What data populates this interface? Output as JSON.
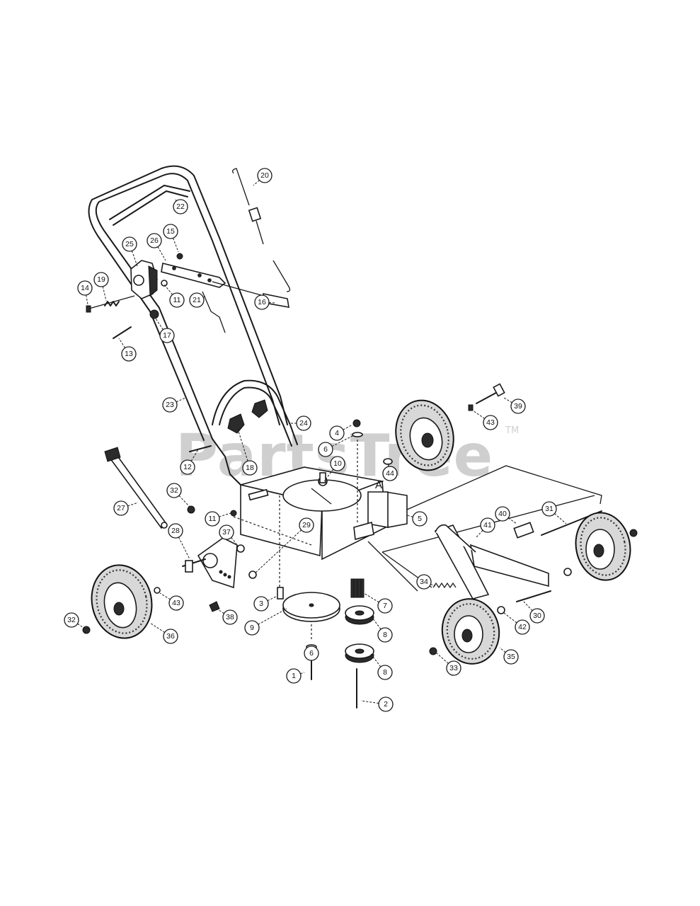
{
  "watermark": {
    "text": "PartsTree",
    "tm": "TM"
  },
  "reference_mark": "A",
  "callouts": [
    "1",
    "2",
    "3",
    "4",
    "5",
    "6",
    "6",
    "7",
    "8",
    "8",
    "9",
    "10",
    "11",
    "11",
    "11",
    "12",
    "13",
    "14",
    "15",
    "16",
    "17",
    "18",
    "19",
    "20",
    "21",
    "22",
    "23",
    "24",
    "25",
    "26",
    "27",
    "28",
    "29",
    "30",
    "31",
    "32",
    "32",
    "33",
    "34",
    "35",
    "36",
    "37",
    "38",
    "39",
    "40",
    "41",
    "42",
    "43",
    "43",
    "44"
  ]
}
